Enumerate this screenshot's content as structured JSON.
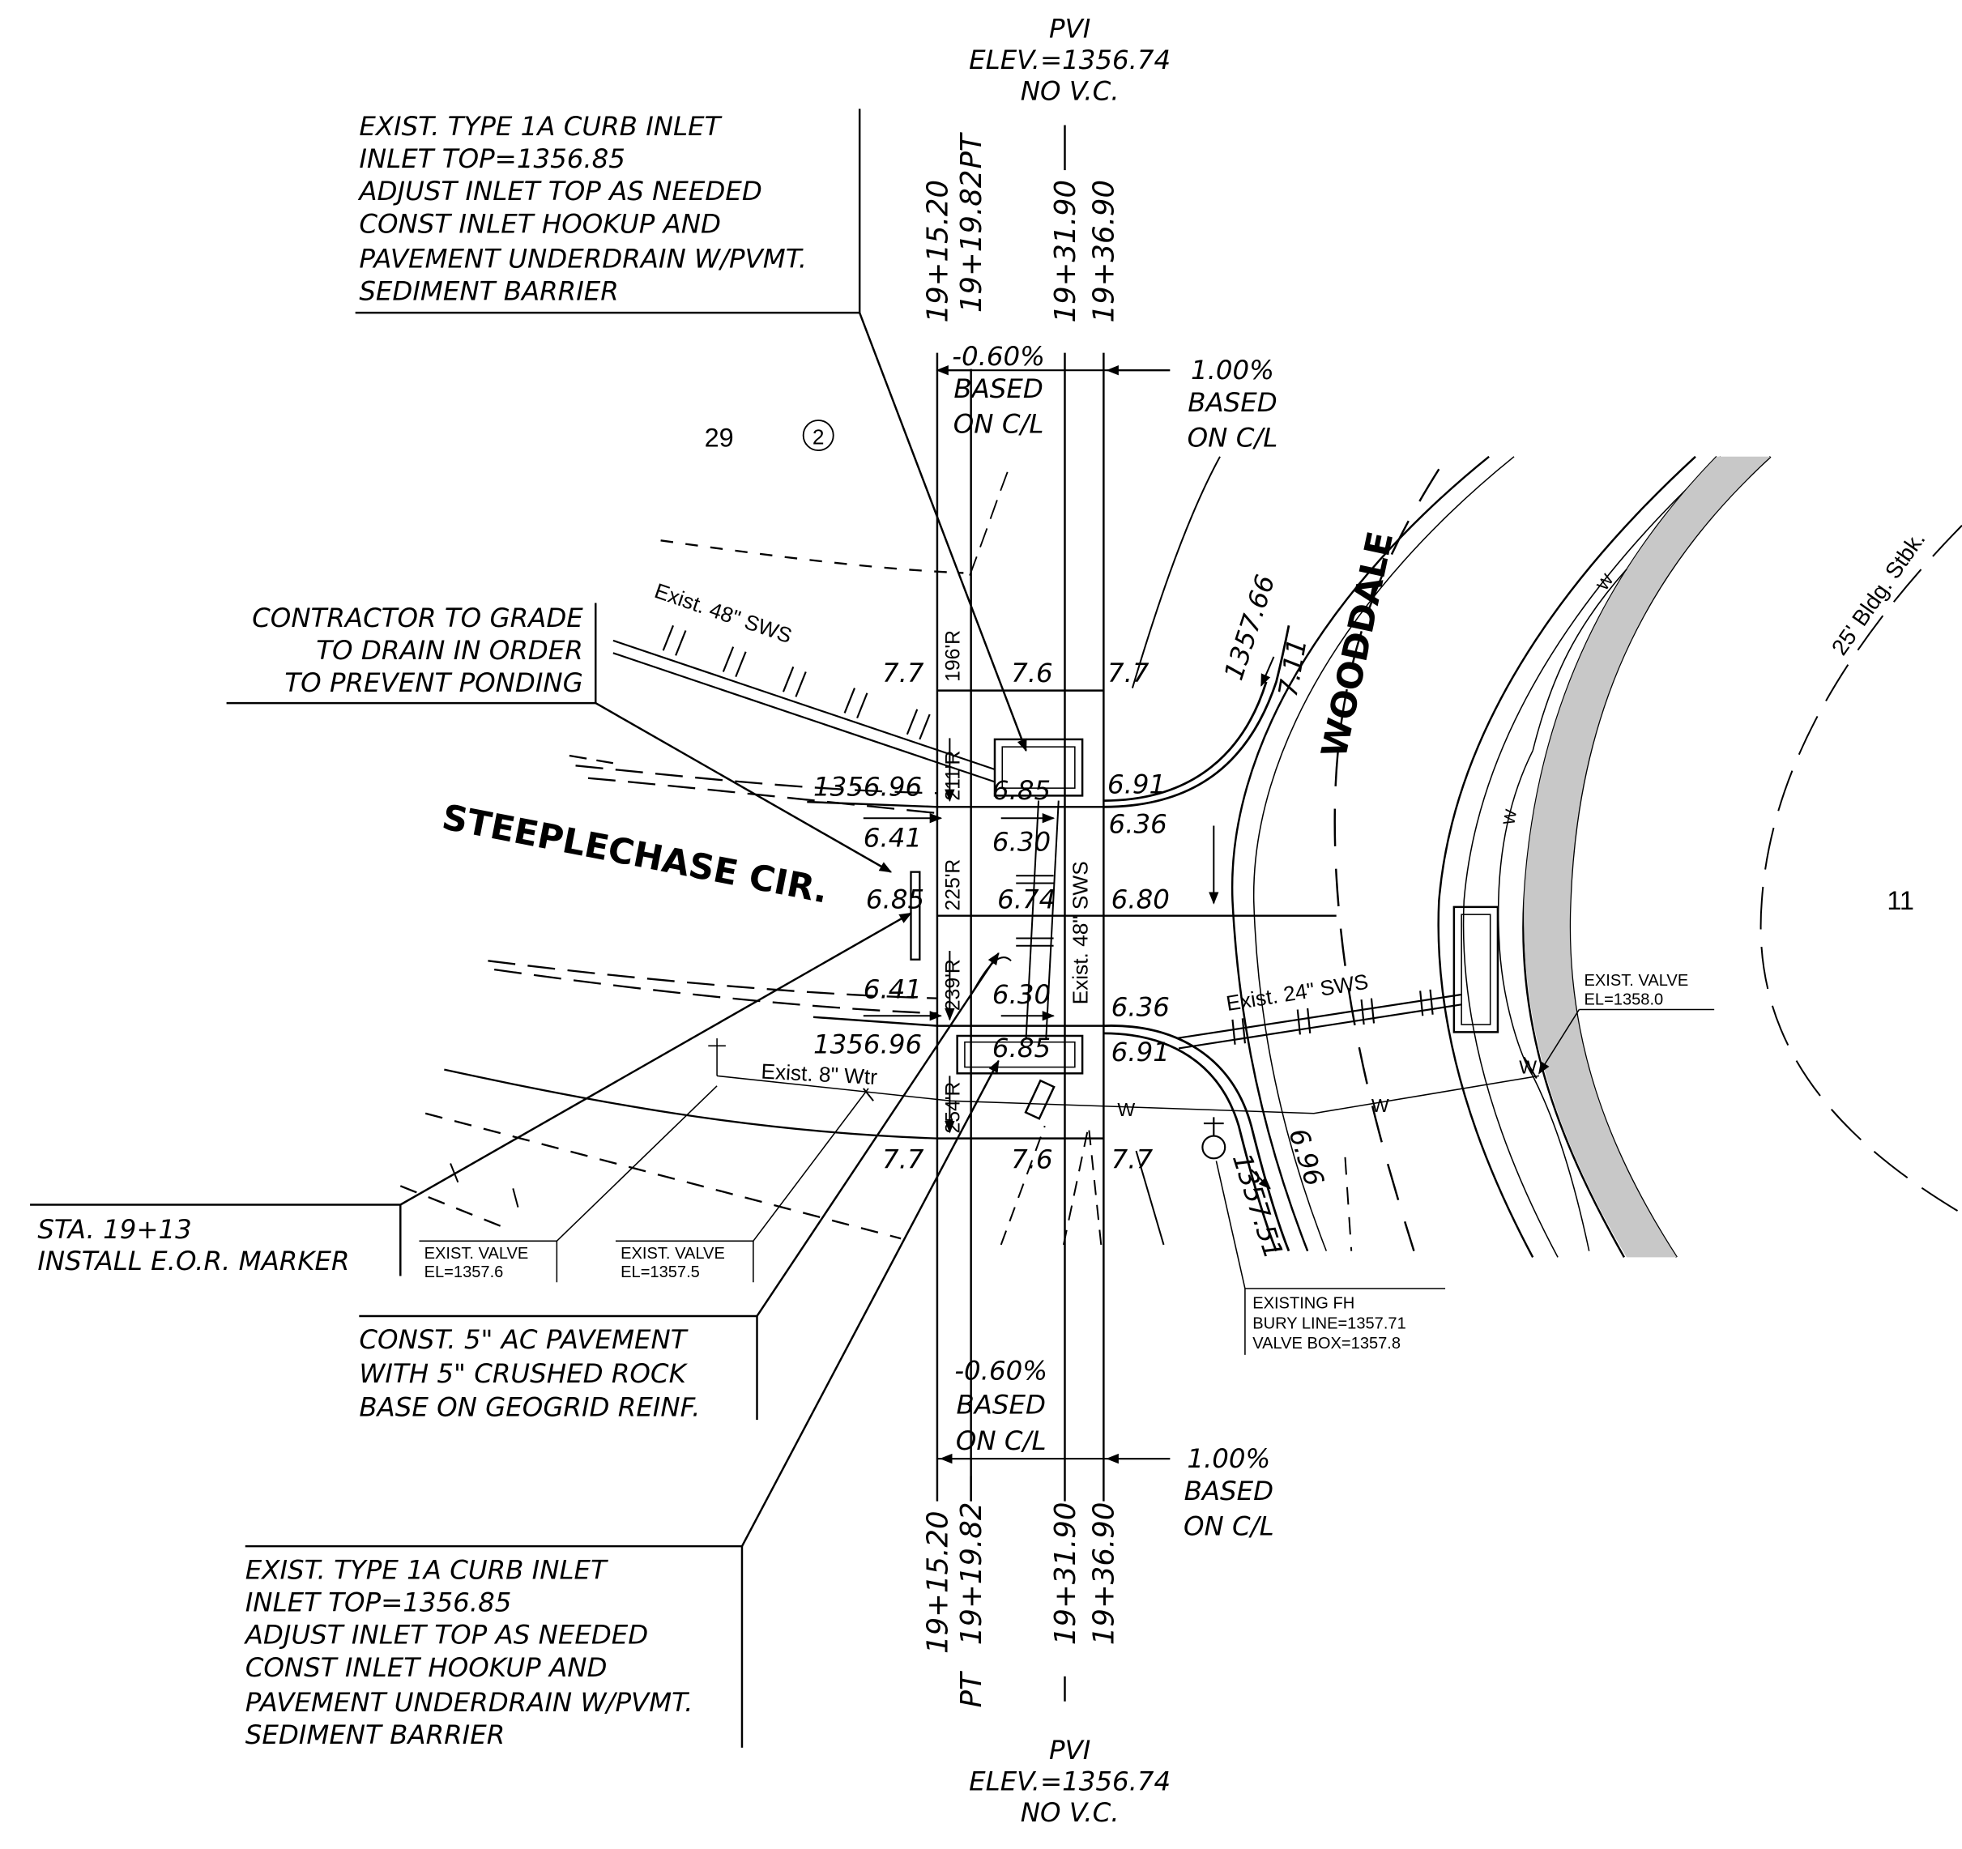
{
  "top_pvi": [
    "PVI",
    "ELEV.=1356.74",
    "NO V.C."
  ],
  "bottom_pvi": [
    "PVI",
    "ELEV.=1356.74",
    "NO V.C."
  ],
  "stations": {
    "s1": "19+15.20",
    "s2": "19+19.82",
    "s3": "19+31.90",
    "s4": "19+36.90",
    "pt": "PT"
  },
  "note_inlet_top": [
    "EXIST. TYPE 1A CURB INLET",
    "INLET TOP=1356.85",
    "ADJUST INLET TOP AS NEEDED",
    "CONST INLET HOOKUP AND",
    "PAVEMENT UNDERDRAIN W/PVMT.",
    "SEDIMENT BARRIER"
  ],
  "note_inlet_bottom": [
    "EXIST. TYPE 1A CURB INLET",
    "INLET TOP=1356.85",
    "ADJUST INLET TOP AS NEEDED",
    "CONST INLET HOOKUP AND",
    "PAVEMENT UNDERDRAIN W/PVMT.",
    "SEDIMENT BARRIER"
  ],
  "note_contractor": [
    "CONTRACTOR TO GRADE",
    "TO DRAIN IN ORDER",
    "TO PREVENT PONDING"
  ],
  "note_pavement": [
    "CONST. 5\" AC PAVEMENT",
    "WITH 5\" CRUSHED ROCK",
    "BASE ON GEOGRID REINF."
  ],
  "note_eor": [
    "STA. 19+13",
    "INSTALL E.O.R. MARKER"
  ],
  "slope_left": [
    "-0.60%",
    "BASED",
    "ON C/L"
  ],
  "slope_right": [
    "1.00%",
    "BASED",
    "ON C/L"
  ],
  "lot_29": "29",
  "lot_11": "11",
  "circle_num": "2",
  "street_steeplechase": "STEEPLECHASE CIR.",
  "street_woodale": "WOODDALE",
  "setback": "25' Bldg. Stbk.",
  "pipe_sws48": "Exist. 48\" SWS",
  "pipe_sws48_vert": "Exist. 48\" SWS",
  "pipe_sws24": "Exist. 24\" SWS",
  "pipe_wtr8": "Exist. 8\" Wtr",
  "water_mark": "W",
  "radii": [
    "196'R",
    "211'R",
    "225'R",
    "239'R",
    "254'R"
  ],
  "grades": {
    "r1": [
      "7.7",
      "7.6",
      "7.7"
    ],
    "r2": [
      "1356.96",
      "6.85",
      "6.91"
    ],
    "r3": [
      "6.41",
      "6.30",
      "6.36"
    ],
    "r4": [
      "6.85",
      "6.74",
      "6.80"
    ],
    "r5": [
      "6.41",
      "6.30",
      "6.36"
    ],
    "r6": [
      "1356.96",
      "6.85",
      "6.91"
    ],
    "r7": [
      "7.7",
      "7.6",
      "7.7"
    ]
  },
  "elev_1357_66": "1357.66",
  "elev_7_11": "7.11",
  "elev_1357_51": "1357.51",
  "elev_6_96": "6.96",
  "valve_1": [
    "EXIST. VALVE",
    "EL=1357.6"
  ],
  "valve_2": [
    "EXIST. VALVE",
    "EL=1357.5"
  ],
  "valve_3": [
    "EXIST. VALVE",
    "EL=1358.0"
  ],
  "hydrant": [
    "EXISTING FH",
    "BURY LINE=1357.71",
    "VALVE BOX=1357.8"
  ]
}
